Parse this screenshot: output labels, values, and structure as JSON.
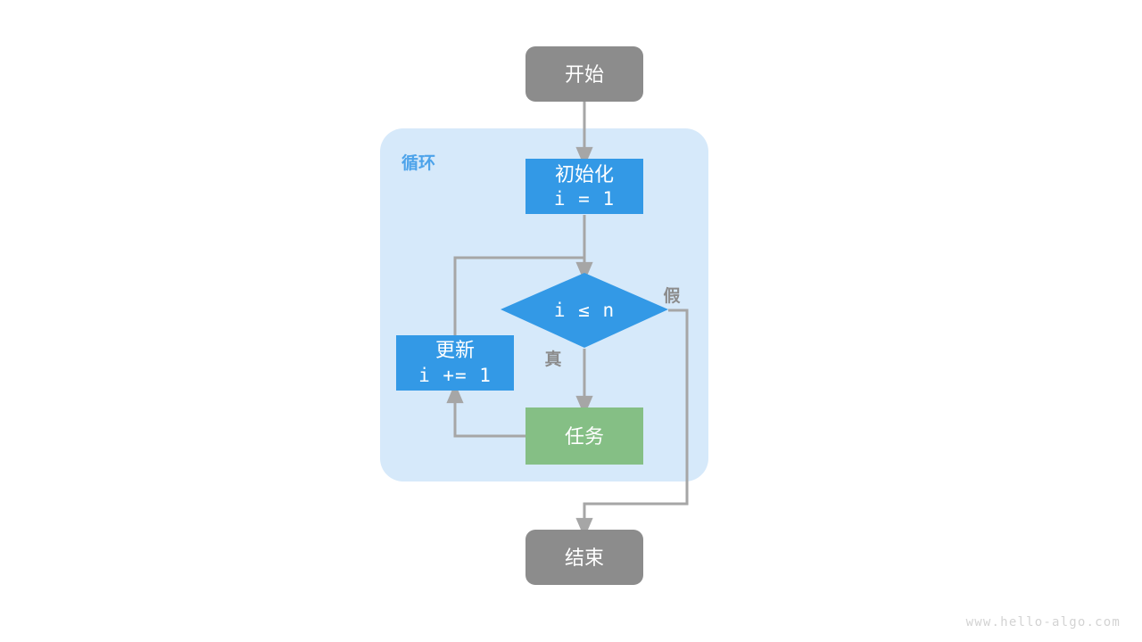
{
  "diagram": {
    "type": "flowchart",
    "title_visible": false,
    "colors": {
      "terminal_fill": "#8c8c8c",
      "process_fill": "#3399e6",
      "decision_fill": "#3399e6",
      "task_fill": "#85bf85",
      "group_fill": "#d6e9fa",
      "edge_stroke": "#a6a6a6",
      "node_text": "#ffffff",
      "group_label_color": "#4da3ea",
      "branch_label_color": "#8c8c8c",
      "watermark_color": "#d3d3d3",
      "page_background": "#ffffff"
    },
    "group": {
      "label": "循环"
    },
    "nodes": {
      "start": {
        "label": "开始",
        "shape": "rounded-rect"
      },
      "init": {
        "label_line1": "初始化",
        "label_line2": "i = 1",
        "shape": "rect"
      },
      "condition": {
        "label": "i ≤ n",
        "shape": "diamond"
      },
      "update": {
        "label_line1": "更新",
        "label_line2": "i += 1",
        "shape": "rect"
      },
      "task": {
        "label": "任务",
        "shape": "rect"
      },
      "end": {
        "label": "结束",
        "shape": "rounded-rect"
      }
    },
    "edge_labels": {
      "true_branch": "真",
      "false_branch": "假"
    }
  },
  "watermark": {
    "text": "www.hello-algo.com"
  }
}
